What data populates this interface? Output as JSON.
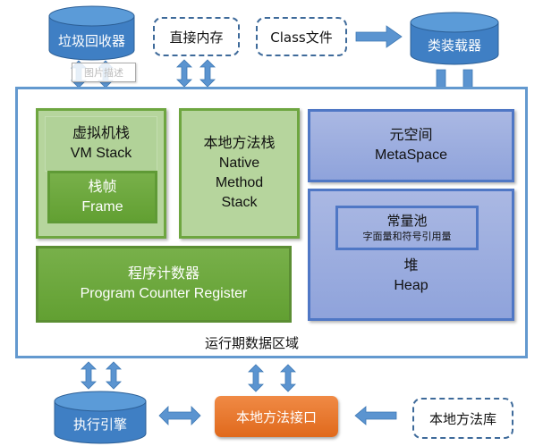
{
  "colors": {
    "arrow": "#5b94d0",
    "cylinder": "#4a88cc",
    "runtime_border": "#6399cf",
    "light_green": "#b6d59d",
    "dark_green": "#6aa83a",
    "blue_box": "#9fb0e0",
    "orange": "#e8752c"
  },
  "top": {
    "gc": "垃圾回收器",
    "tooltip": "图片描述",
    "direct_memory": "直接内存",
    "class_file": "Class文件",
    "class_loader": "类装载器"
  },
  "runtime_area": {
    "label": "运行期数据区域",
    "vm_stack": {
      "zh": "虚拟机栈",
      "en": "VM Stack"
    },
    "frame": {
      "zh": "栈帧",
      "en": "Frame"
    },
    "native_stack": {
      "zh": "本地方法栈",
      "en1": "Native",
      "en2": "Method",
      "en3": "Stack"
    },
    "pc": {
      "zh": "程序计数器",
      "en": "Program Counter Register"
    },
    "metaspace": {
      "zh": "元空间",
      "en": "MetaSpace"
    },
    "constant_pool": {
      "zh": "常量池",
      "sub": "字面量和符号引用量"
    },
    "heap": {
      "zh": "堆",
      "en": "Heap"
    }
  },
  "bottom": {
    "engine": "执行引擎",
    "native_interface": "本地方法接口",
    "native_lib": "本地方法库"
  }
}
